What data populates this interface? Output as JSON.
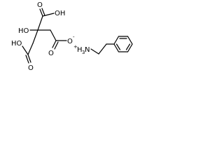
{
  "citrate": {
    "top_acid_oh": "OH",
    "top_acid_o": "O",
    "hydroxyl": "HO",
    "left_acid_oh": "HO",
    "left_acid_o": "O",
    "carboxylate_o": "O",
    "carboxylate_o_minus": "O",
    "carboxylate_charge": "-"
  },
  "phenethylammonium": {
    "charge": "+",
    "h_symbol": "H",
    "h_count": "3",
    "n_symbol": "N"
  }
}
